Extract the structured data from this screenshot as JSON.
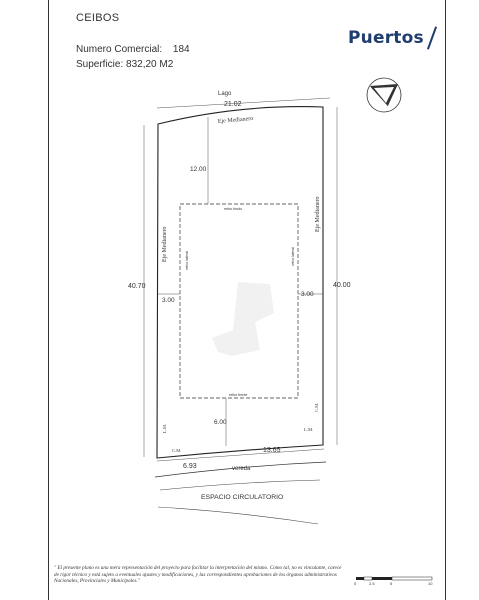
{
  "header": {
    "title": "CEIBOS",
    "numero_label": "Numero Comercial:",
    "numero_value": "184",
    "superficie": "Superficie: 832,20 M2"
  },
  "logo": {
    "text": "Puertos",
    "color": "#1f3d6e"
  },
  "plan": {
    "lago_label": "Lago",
    "top_dim": "21.02",
    "top_axis": "Eje Medianero",
    "left_axis": "Eje Medianero",
    "right_axis": "Eje Medianero",
    "rear_setback": "12.00",
    "retiro_fondo": "retiro fondo",
    "retiro_lateral_left": "retiro lateral",
    "retiro_lateral_right": "retiro lateral",
    "retiro_frente": "retiro frente",
    "left_side_dim": "40.70",
    "right_side_dim": "40.00",
    "left_setback": "3.00",
    "right_setback": "3.00",
    "front_setback": "6.00",
    "lm_left": "L.M.",
    "lm_right": "L.M.",
    "cm_left": "C.M.",
    "cm_right": "C.M.",
    "front_left_dim": "6.93",
    "front_right_dim": "13.65",
    "vereda": "vereda",
    "espacio": "ESPACIO CIRCULATORIO"
  },
  "scale_bar": {
    "labels": [
      "0",
      "2.5",
      "5",
      "10"
    ]
  },
  "footer_note": "\" El presente plano es una mera representación del proyecto para facilitar la interpretación del mismo. Como tal, no es vinculante, carece de rigor técnico y está sujeto a eventuales ajustes y modificaciones, y las correspondientes aprobaciones de los órganos administrativos Nacionales, Provinciales y Municipales.\""
}
